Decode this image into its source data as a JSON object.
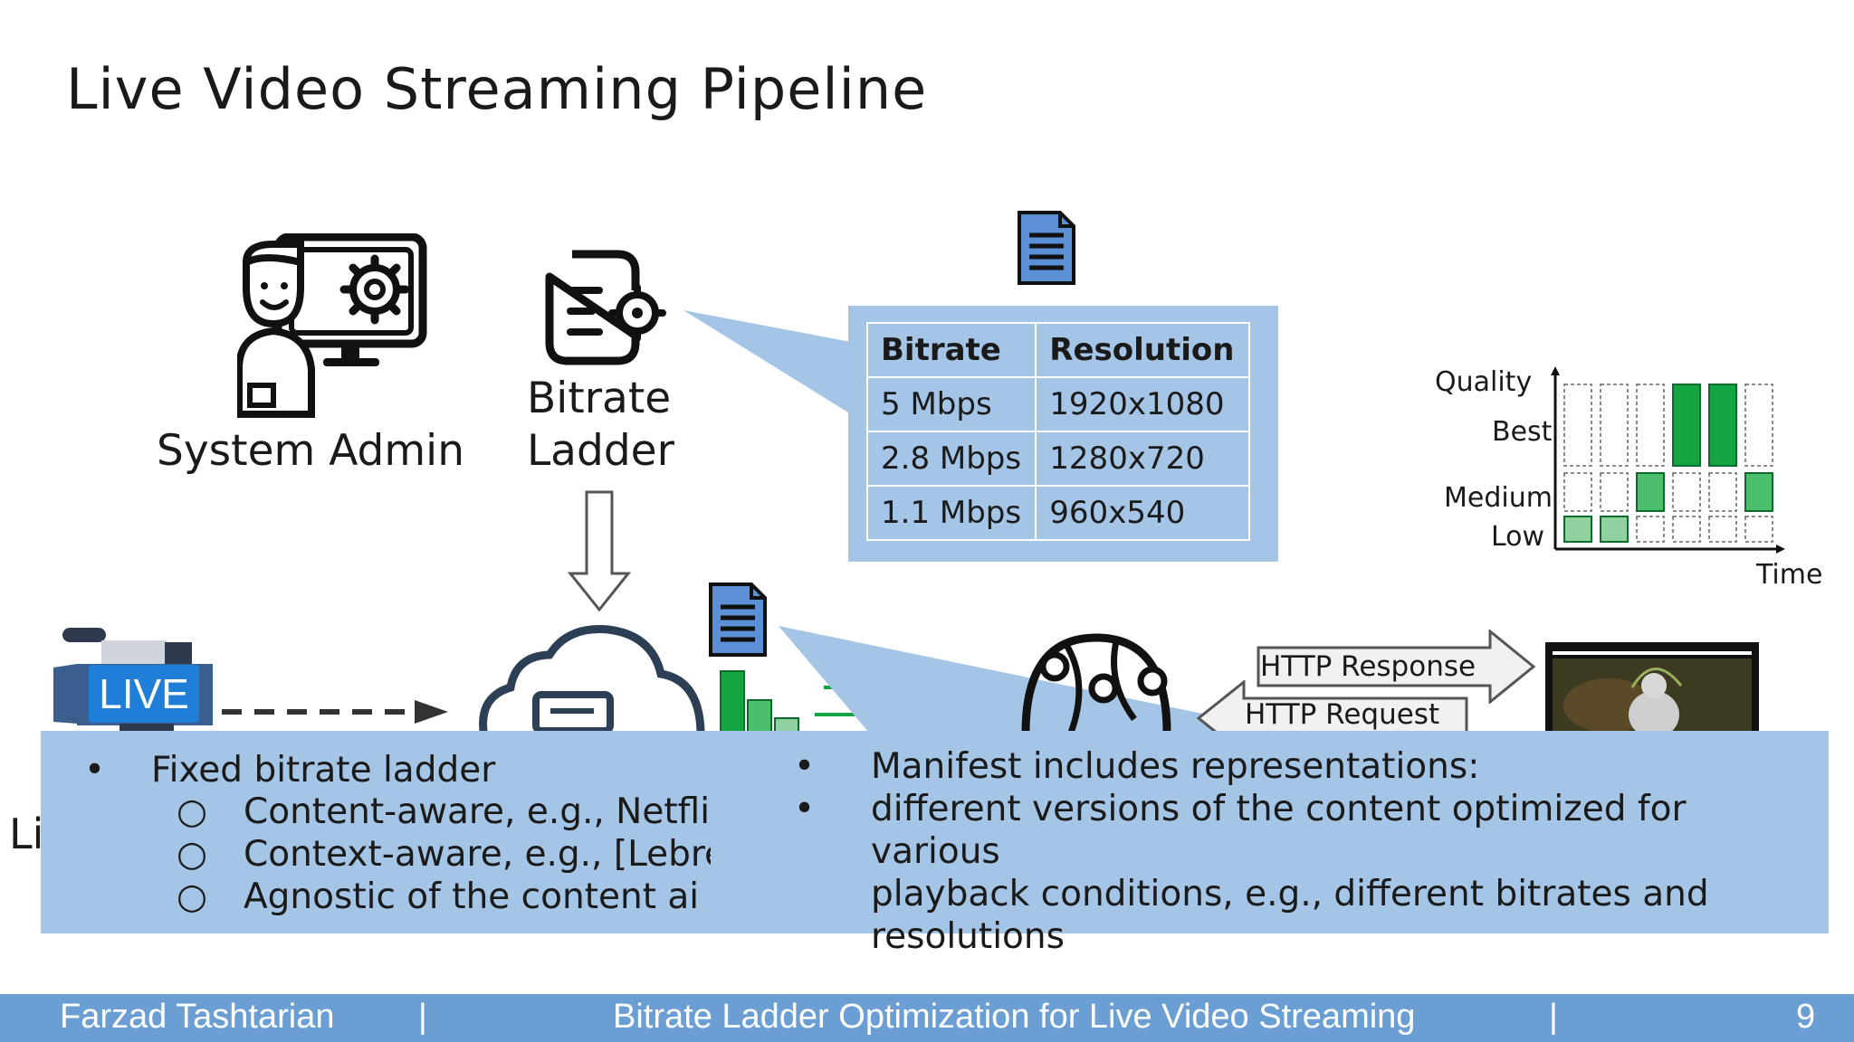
{
  "slide": {
    "title": "Live Video Streaming Pipeline",
    "system_admin_label": "System Admin",
    "bitrate_ladder_label_line1": "Bitrate",
    "bitrate_ladder_label_line2": "Ladder",
    "live_badge": "LIVE",
    "cutoff_left_text": "Li"
  },
  "ladder_table": {
    "headers": [
      "Bitrate",
      "Resolution"
    ],
    "rows": [
      [
        "5 Mbps",
        "1920x1080"
      ],
      [
        "2.8 Mbps",
        "1280x720"
      ],
      [
        "1.1 Mbps",
        "960x540"
      ]
    ]
  },
  "http": {
    "response": "HTTP Response",
    "request": "HTTP Request"
  },
  "quality_chart": {
    "y_axis_label": "Quality",
    "levels": [
      "Best",
      "Medium",
      "Low"
    ],
    "x_axis_label": "Time",
    "selected_level_per_segment": [
      "Low",
      "Low",
      "Medium",
      "Best",
      "Best",
      "Medium"
    ]
  },
  "info_left": {
    "bullet": "Fixed bitrate ladder",
    "subbullets": [
      "Content-aware, e.g., Netfli",
      "Context-aware, e.g., [Lebre",
      "Agnostic of the content ai"
    ]
  },
  "info_right": {
    "bullet1": "Manifest includes representations:",
    "bullet2_line1": "different versions of the content optimized for various",
    "bullet2_line2": "playback conditions, e.g., different bitrates and",
    "bullet2_line3": "resolutions"
  },
  "footer": {
    "author": "Farzad Tashtarian",
    "separator": "|",
    "talk_title": "Bitrate Ladder Optimization for Live Video Streaming",
    "page_number": "9"
  },
  "colors": {
    "callout_blue": "#a5c5e6",
    "footer_blue": "#6b9fd3",
    "doc_icon_blue": "#5b8fd6",
    "best_green": "#14a543",
    "medium_green": "#4bbf6b",
    "low_green": "#8fd2a0"
  }
}
